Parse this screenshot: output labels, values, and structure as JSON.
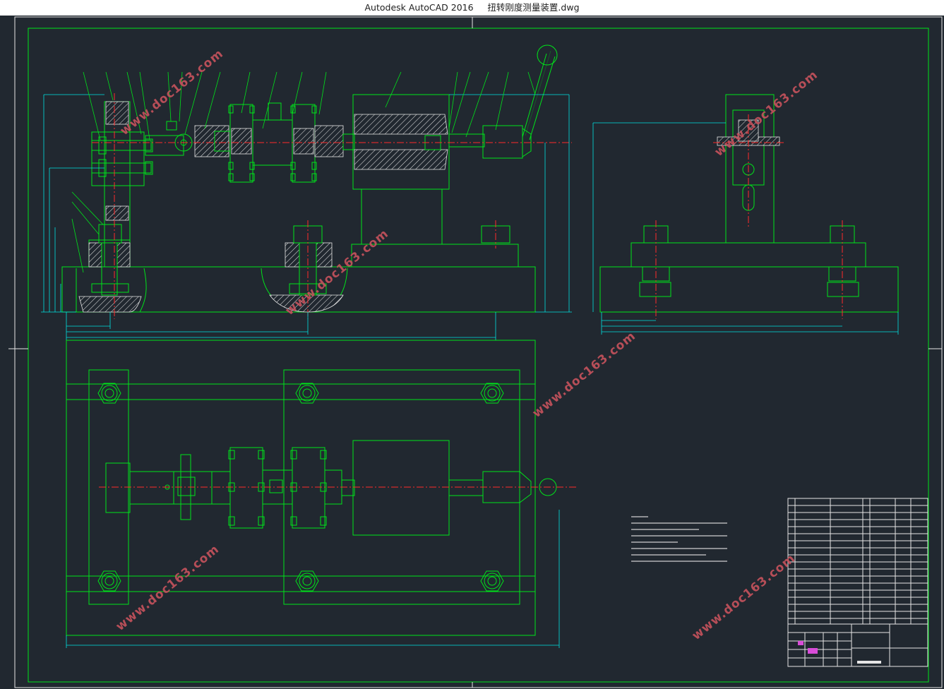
{
  "window": {
    "title": "Autodesk AutoCAD 2016     扭转刚度测量装置.dwg",
    "app_name": "Autodesk AutoCAD 2016",
    "file_name": "扭转刚度测量装置.dwg"
  },
  "drawing": {
    "watermark_text": "www.doc163.com",
    "colors": {
      "background": "#212830",
      "outline": "#00e31a",
      "dimension": "#00e0e0",
      "centerline": "#ff2a2a",
      "hatch": "#e6e6e6",
      "watermark": "#c4525c"
    }
  }
}
